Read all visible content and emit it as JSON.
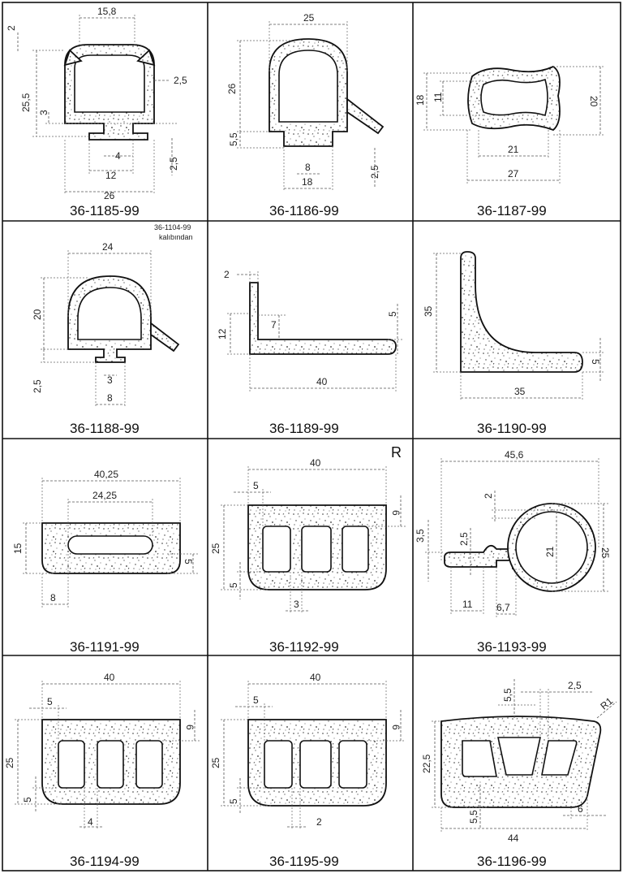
{
  "cells": [
    {
      "code": "36-1185-99",
      "dims": [
        "15,8",
        "2",
        "25,5",
        "3",
        "2,5",
        "4",
        "12",
        "2,5",
        "26"
      ]
    },
    {
      "code": "36-1186-99",
      "dims": [
        "25",
        "26",
        "5,5",
        "8",
        "18",
        "2,5"
      ]
    },
    {
      "code": "36-1187-99",
      "dims": [
        "18",
        "11",
        "20",
        "21",
        "27"
      ]
    },
    {
      "code": "36-1188-99",
      "note_line1": "36-1104-99",
      "note_line2": "kalıbından",
      "dims": [
        "24",
        "20",
        "2,5",
        "3",
        "8"
      ]
    },
    {
      "code": "36-1189-99",
      "dims": [
        "2",
        "12",
        "7",
        "5",
        "40"
      ]
    },
    {
      "code": "36-1190-99",
      "dims": [
        "35",
        "5",
        "35"
      ]
    },
    {
      "code": "36-1191-99",
      "dims": [
        "40,25",
        "24,25",
        "15",
        "5",
        "8"
      ]
    },
    {
      "code": "36-1192-99",
      "mark": "R",
      "dims": [
        "40",
        "5",
        "6",
        "25",
        "5",
        "3"
      ]
    },
    {
      "code": "36-1193-99",
      "dims": [
        "45,6",
        "2",
        "3,5",
        "2,5",
        "21",
        "25",
        "11",
        "6,7"
      ]
    },
    {
      "code": "36-1194-99",
      "dims": [
        "40",
        "5",
        "6",
        "25",
        "5",
        "4"
      ]
    },
    {
      "code": "36-1195-99",
      "dims": [
        "40",
        "5",
        "6",
        "25",
        "5",
        "2"
      ]
    },
    {
      "code": "36-1196-99",
      "dims": [
        "5,5",
        "2,5",
        "R1",
        "22,5",
        "5,5",
        "44",
        "6"
      ]
    }
  ]
}
